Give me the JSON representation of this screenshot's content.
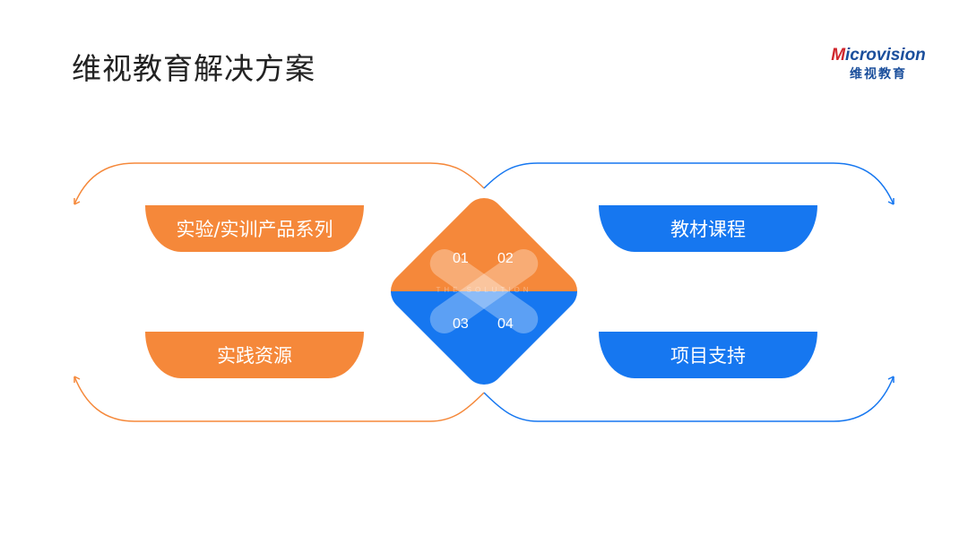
{
  "title": "维视教育解决方案",
  "logo": {
    "en_prefix": "M",
    "en_rest": "icrovision",
    "cn": "维视教育"
  },
  "center": {
    "subtitle": "THE SOLUTION",
    "numbers": [
      "01",
      "02",
      "03",
      "04"
    ]
  },
  "left_items": [
    "实验/实训产品系列",
    "实践资源"
  ],
  "right_items": [
    "教材课程",
    "项目支持"
  ],
  "colors": {
    "orange": "#f5883a",
    "blue": "#1677f0"
  }
}
